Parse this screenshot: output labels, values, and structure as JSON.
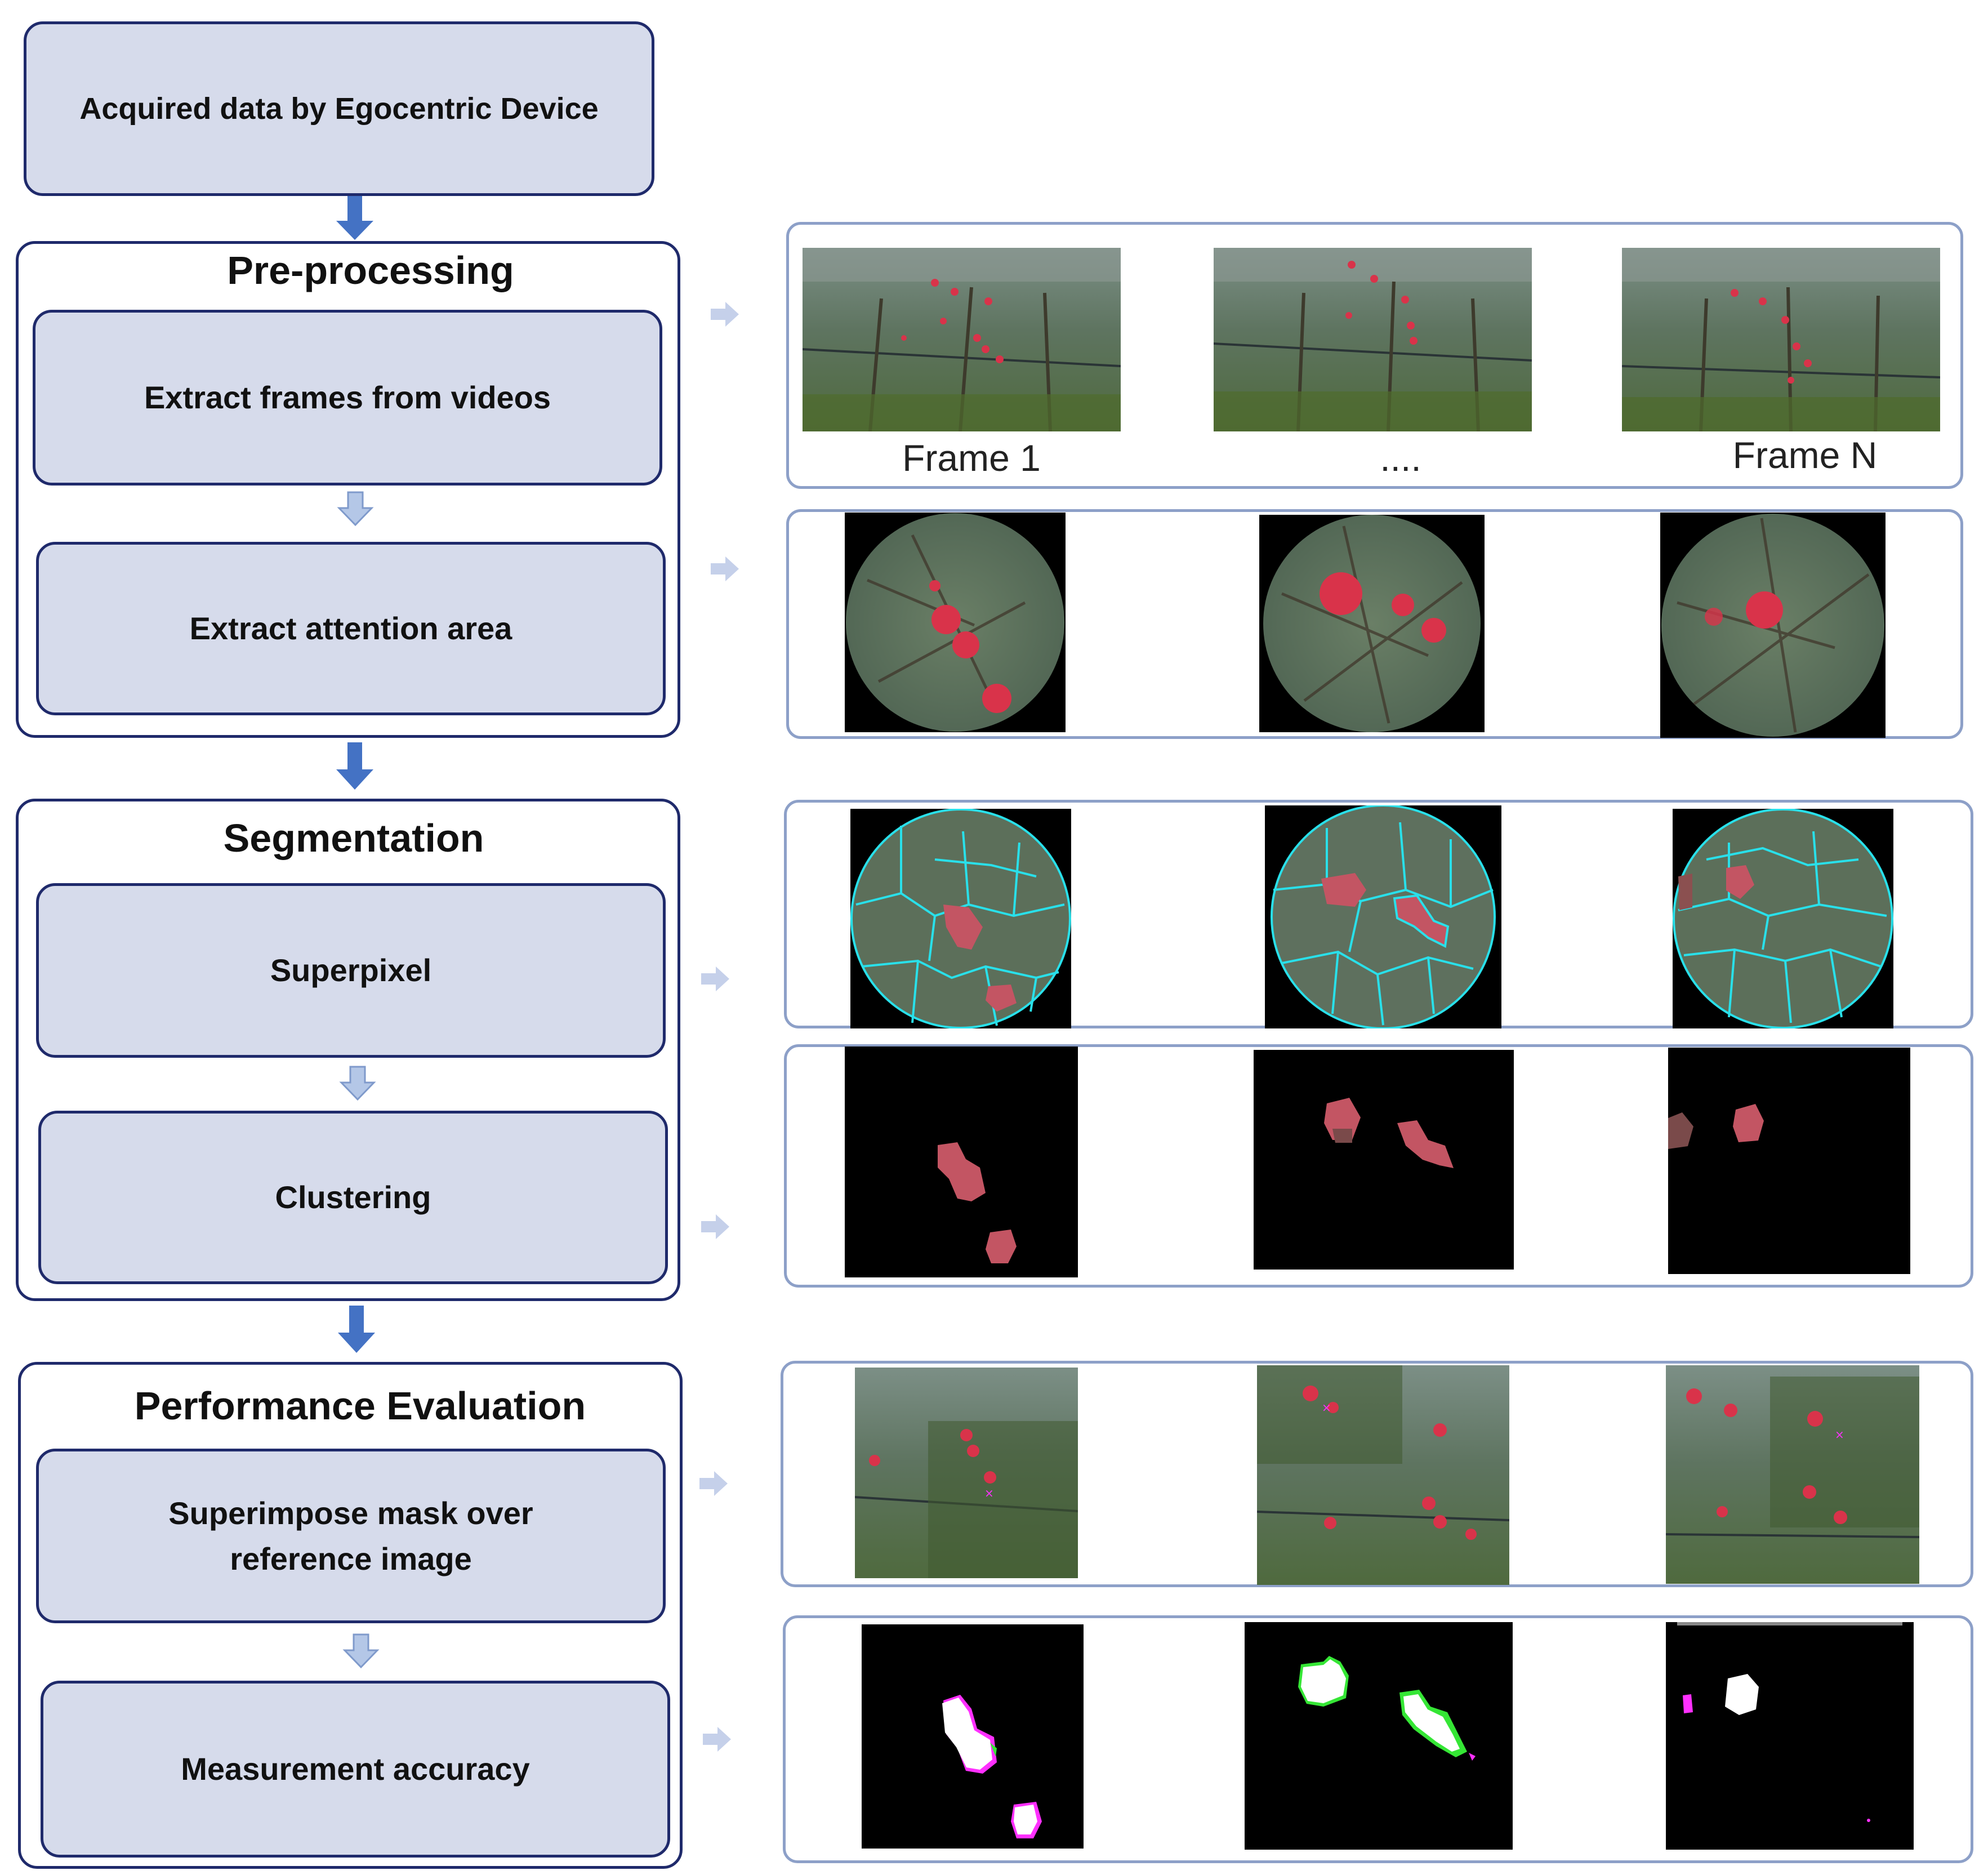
{
  "top_step": "Acquired data by Egocentric Device",
  "groups": [
    {
      "title": "Pre-processing",
      "steps": [
        "Extract frames from videos",
        "Extract attention area"
      ]
    },
    {
      "title": "Segmentation",
      "steps": [
        "Superpixel",
        "Clustering"
      ]
    },
    {
      "title": "Performance Evaluation",
      "steps": [
        "Superimpose mask over\nreference image",
        "Measurement accuracy"
      ]
    }
  ],
  "frame_captions": [
    "Frame 1",
    "....",
    "Frame N"
  ],
  "colors": {
    "box_border": "#1f2a6b",
    "box_fill": "#d6dbeb",
    "panel_border": "#8da0c8",
    "main_arrow": "#4472c4",
    "inner_arrow": "#b4c7e7",
    "side_arrow": "#c5d0ea",
    "apple_red": "#d9334a",
    "superpixel_line": "#29e0ea",
    "mask_fill": "#c35563",
    "eval_overlap": "#ffffff",
    "eval_false_neg": "#ff30ff",
    "eval_false_pos": "#35e635"
  }
}
